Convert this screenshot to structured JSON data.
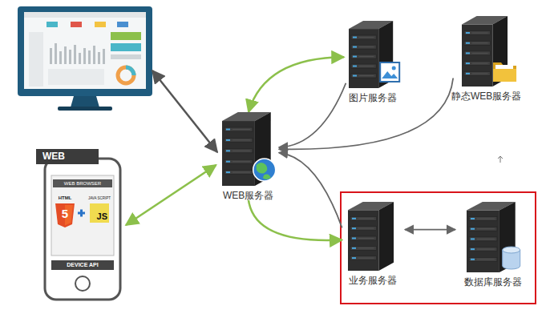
{
  "diagram": {
    "nodes": [
      {
        "text": [
          "WEB",
          "WEB BROWSER",
          "HTML",
          "5",
          "JAVA SCRIPT",
          "JS",
          "DEVICE API"
        ]
      },
      {
        "text": [
          "WEB服务器"
        ]
      },
      {
        "text": [
          "图片服务器"
        ]
      },
      {
        "text": [
          "静态WEB服务器"
        ]
      },
      {
        "text": [
          "业务服务器"
        ]
      },
      {
        "text": [
          "数据库服务器"
        ]
      }
    ],
    "edges": [
      {
        "from": 0,
        "to": 1,
        "arrow": "both"
      },
      {
        "from": 1,
        "to": 2,
        "arrow": "both"
      },
      {
        "from": 2,
        "to": 1,
        "arrow": "to"
      },
      {
        "from": 3,
        "to": 1,
        "arrow": "to"
      },
      {
        "from": 4,
        "to": 1,
        "arrow": "to"
      },
      {
        "from": 1,
        "to": 4,
        "arrow": "to"
      },
      {
        "from": 4,
        "to": 5,
        "arrow": "both"
      }
    ]
  }
}
